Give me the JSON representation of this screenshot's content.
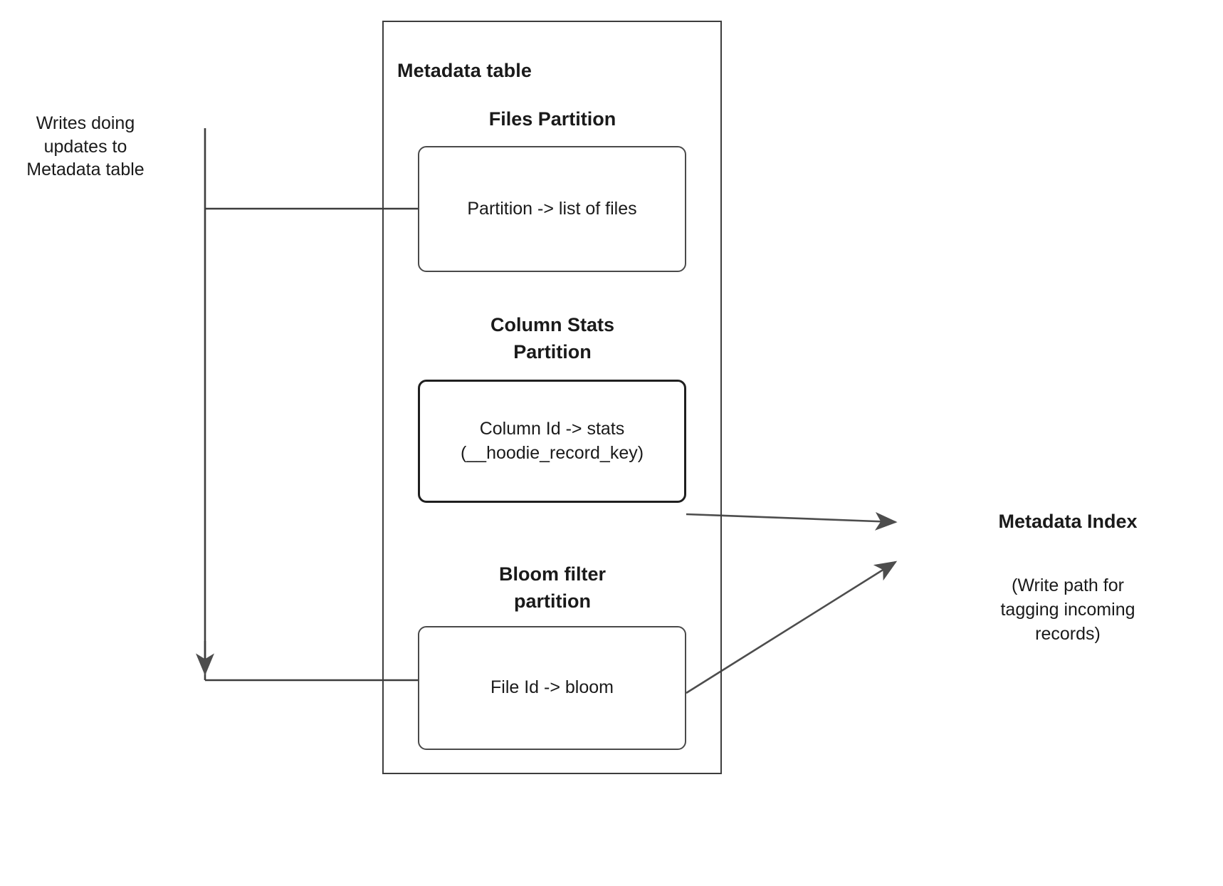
{
  "diagram": {
    "title_shapes": {
      "metadata_table": "Metadata table"
    },
    "left_caption": "Writes doing\nupdates to\nMetadata table",
    "partitions": [
      {
        "heading": "Files Partition",
        "box_text": "Partition -> list of files"
      },
      {
        "heading": "Column Stats\nPartition",
        "box_text": "Column Id  -> stats\n(__hoodie_record_key)"
      },
      {
        "heading": "Bloom filter\npartition",
        "box_text": "File Id -> bloom"
      }
    ],
    "right_label": {
      "title": "Metadata Index",
      "note": "(Write path for\ntagging incoming\nrecords)"
    },
    "colors": {
      "stroke": "#3d3d3d",
      "stroke_dark": "#1f1f1f",
      "text": "#1a1a1a",
      "background": "#ffffff",
      "arrow_fill": "#4d4d4d"
    }
  }
}
